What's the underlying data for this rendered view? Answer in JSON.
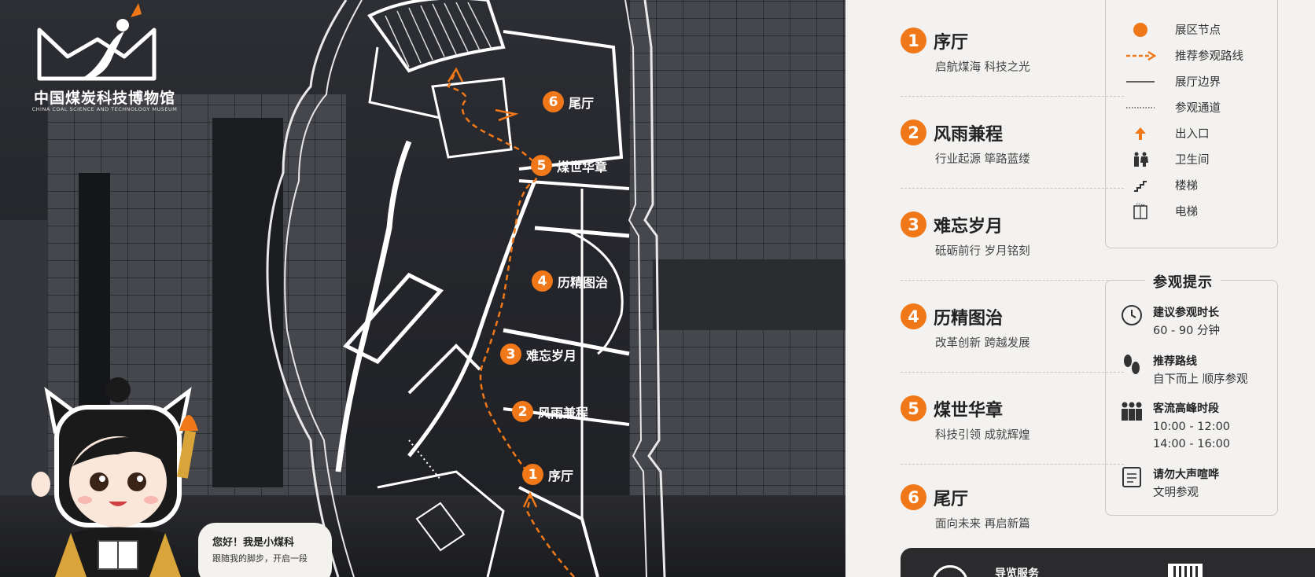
{
  "logo": {
    "title": "中国煤炭科技博物馆",
    "subtitle": "CHINA COAL SCIENCE AND TECHNOLOGY MUSEUM"
  },
  "map_labels": [
    {
      "num": "1",
      "name": "序厅"
    },
    {
      "num": "2",
      "name": "风雨兼程"
    },
    {
      "num": "3",
      "name": "难忘岁月"
    },
    {
      "num": "4",
      "name": "历精图治"
    },
    {
      "num": "5",
      "name": "煤世华章"
    },
    {
      "num": "6",
      "name": "尾厅"
    }
  ],
  "halls": [
    {
      "num": "1",
      "name": "序厅",
      "desc": "启航煤海  科技之光"
    },
    {
      "num": "2",
      "name": "风雨兼程",
      "desc": "行业起源  筚路蓝缕"
    },
    {
      "num": "3",
      "name": "难忘岁月",
      "desc": "砥砺前行  岁月铭刻"
    },
    {
      "num": "4",
      "name": "历精图治",
      "desc": "改革创新  跨越发展"
    },
    {
      "num": "5",
      "name": "煤世华章",
      "desc": "科技引领  成就辉煌"
    },
    {
      "num": "6",
      "name": "尾厅",
      "desc": "面向未来  再启新篇"
    }
  ],
  "legend": [
    {
      "icon": "orange-dot-icon",
      "label": "展区节点"
    },
    {
      "icon": "orange-dashed-arrow-icon",
      "label": "推荐参观路线"
    },
    {
      "icon": "solid-line-icon",
      "label": "展厅边界"
    },
    {
      "icon": "dotted-line-icon",
      "label": "参观通道"
    },
    {
      "icon": "up-arrow-icon",
      "label": "出入口"
    },
    {
      "icon": "restroom-icon",
      "label": "卫生间"
    },
    {
      "icon": "stairs-icon",
      "label": "楼梯"
    },
    {
      "icon": "elevator-icon",
      "label": "电梯"
    }
  ],
  "tips": {
    "title": "参观提示",
    "items": [
      {
        "icon": "clock-icon",
        "head": "建议参观时长",
        "lines": [
          "60 - 90 分钟"
        ]
      },
      {
        "icon": "footprints-icon",
        "head": "推荐路线",
        "lines": [
          "自下而上  顺序参观"
        ]
      },
      {
        "icon": "crowd-icon",
        "head": "客流高峰时段",
        "lines": [
          "10:00 - 12:00",
          "14:00 - 16:00"
        ]
      },
      {
        "icon": "notice-icon",
        "head": "请勿大声喧哗",
        "lines": [
          "文明参观"
        ]
      }
    ]
  },
  "speech": {
    "title": "您好！我是小煤科",
    "text": "跟随我的脚步，开启一段"
  },
  "service": {
    "label": "导览服务"
  },
  "colors": {
    "accent": "#f07818",
    "panel_bg": "#f3f2f0",
    "dark_bg": "#25262b"
  }
}
